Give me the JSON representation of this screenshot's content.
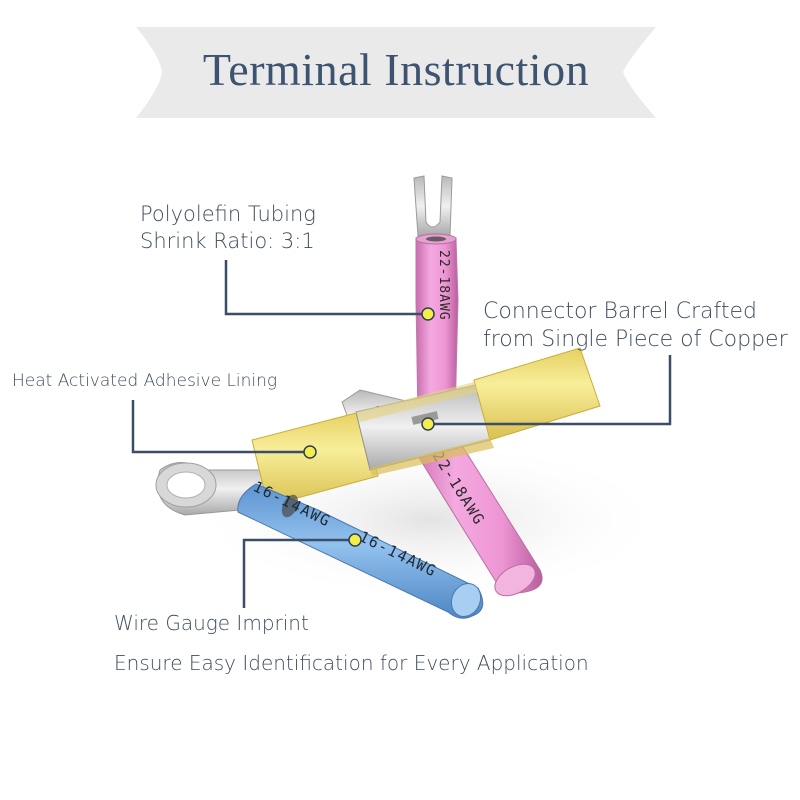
{
  "banner": {
    "title": "Terminal Instruction",
    "background_color": "#eaeaea",
    "text_color": "#3d5370"
  },
  "callouts": [
    {
      "id": "polyolefin",
      "lines": [
        "Polyolefin Tubing",
        "Shrink Ratio: 3:1"
      ],
      "target": "pink-spade-terminal"
    },
    {
      "id": "connector-barrel",
      "lines": [
        "Connector Barrel Crafted",
        "from Single Piece of Copper"
      ],
      "target": "yellow-barrel-connector"
    },
    {
      "id": "adhesive-lining",
      "lines": [
        "Heat Activated Adhesive Lining"
      ],
      "target": "yellow-tubing"
    },
    {
      "id": "wire-gauge",
      "lines": [
        "Wire Gauge Imprint"
      ],
      "target": "blue-ring-terminal-imprint"
    }
  ],
  "tagline": "Ensure Easy Identification for Every Application",
  "imprints": {
    "pink": "22-18AWG",
    "blue": "16-14AWG"
  },
  "colors": {
    "leader_line": "#3a4e66",
    "marker_dot": "#f4ee4a",
    "pink_tube": "#ec9bd6",
    "yellow_tube": "#f5e88a",
    "blue_tube": "#7fb2e6",
    "metal": "#d4d4d4"
  }
}
